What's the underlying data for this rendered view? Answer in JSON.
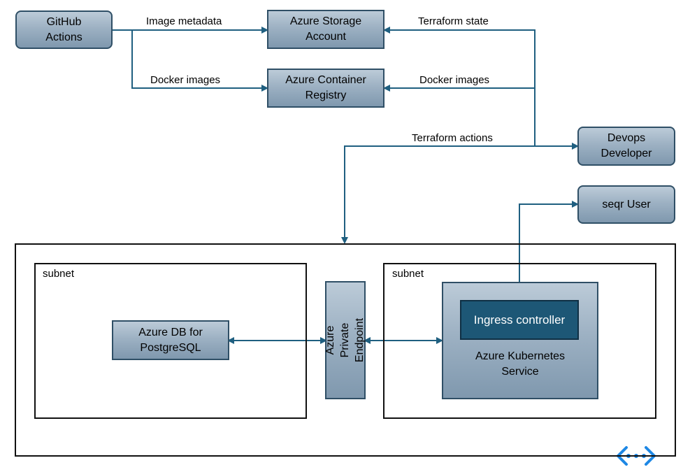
{
  "nodes": {
    "github_actions": "GitHub\nActions",
    "storage_account": "Azure Storage\nAccount",
    "container_registry": "Azure Container\nRegistry",
    "devops_developer": "Devops\nDeveloper",
    "seqr_user": "seqr User",
    "postgres": "Azure DB for\nPostgreSQL",
    "private_endpoint": "Azure Private\nEndpoint",
    "aks": "Azure Kubernetes\nService",
    "ingress": "Ingress controller"
  },
  "subnets": {
    "left": "subnet",
    "right": "subnet"
  },
  "edges": {
    "image_metadata": "Image metadata",
    "docker_images_ci": "Docker images",
    "terraform_state": "Terraform state",
    "docker_images_dev": "Docker images",
    "terraform_actions": "Terraform actions"
  },
  "colors": {
    "arrow": "#1f5f80",
    "node_border": "#2f4f66",
    "ingress_fill": "#1d5776",
    "vnet_icon": "#1e88e5"
  },
  "icons": {
    "vnet": "virtual-network-icon"
  }
}
